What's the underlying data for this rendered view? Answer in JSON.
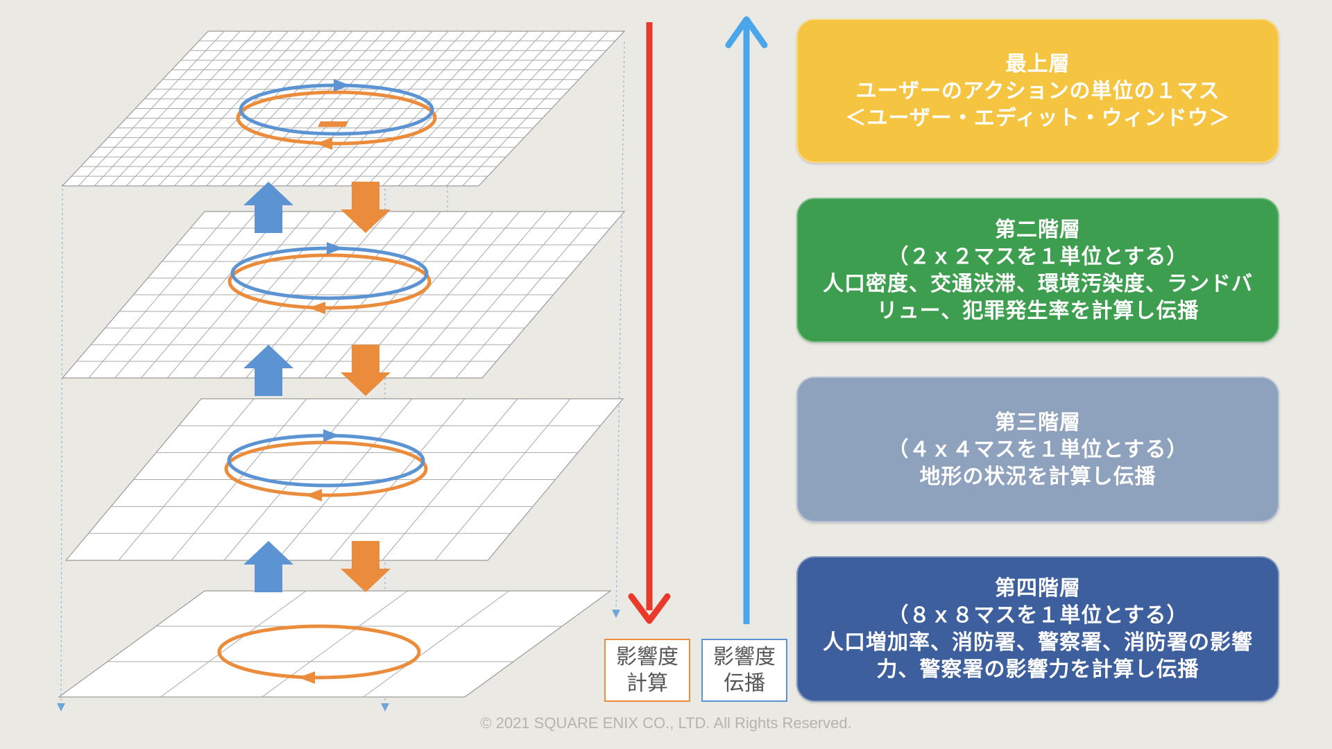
{
  "colors": {
    "background": "#ebe9e4",
    "calc_arrow": "#e8392a",
    "propagate_arrow": "#4aa6e8",
    "up_arrow": "#5b93d3",
    "down_arrow": "#ea8c3c",
    "cycle_blue": "#5b93d3",
    "cycle_orange": "#ea8c3c"
  },
  "layers": [
    {
      "color": "#f5c542",
      "lines": [
        "最上層",
        "ユーザーのアクションの単位の１マス",
        "＜ユーザー・エディット・ウィンドウ＞"
      ]
    },
    {
      "color": "#3e9e4f",
      "lines": [
        "第二階層",
        "（２ｘ２マスを１単位とする）",
        "人口密度、交通渋滞、環境汚染度、ランドバ",
        "リュー、犯罪発生率を計算し伝播"
      ]
    },
    {
      "color": "#8ea1bd",
      "lines": [
        "第三階層",
        "（４ｘ４マスを１単位とする）",
        "地形の状況を計算し伝播"
      ]
    },
    {
      "color": "#3e5f9e",
      "lines": [
        "第四階層",
        "（８ｘ８マスを１単位とする）",
        "人口増加率、消防署、警察署、消防署の影響",
        "力、警察署の影響力を計算し伝播"
      ]
    }
  ],
  "labels": {
    "calc": [
      "影響度",
      "計算"
    ],
    "propagate": [
      "影響度",
      "伝播"
    ]
  },
  "copyright": "© 2021 SQUARE ENIX CO., LTD. All Rights Reserved."
}
